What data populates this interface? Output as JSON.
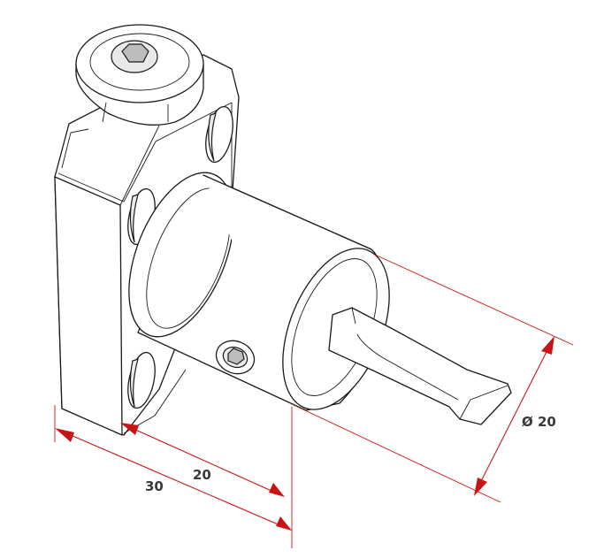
{
  "dimensions": {
    "width_label": "30",
    "depth_label": "20",
    "diameter_label": "Ø 20"
  },
  "colors": {
    "dimension": "#c81414",
    "outline": "#1a1a1a",
    "label": "#3a3a3a"
  }
}
